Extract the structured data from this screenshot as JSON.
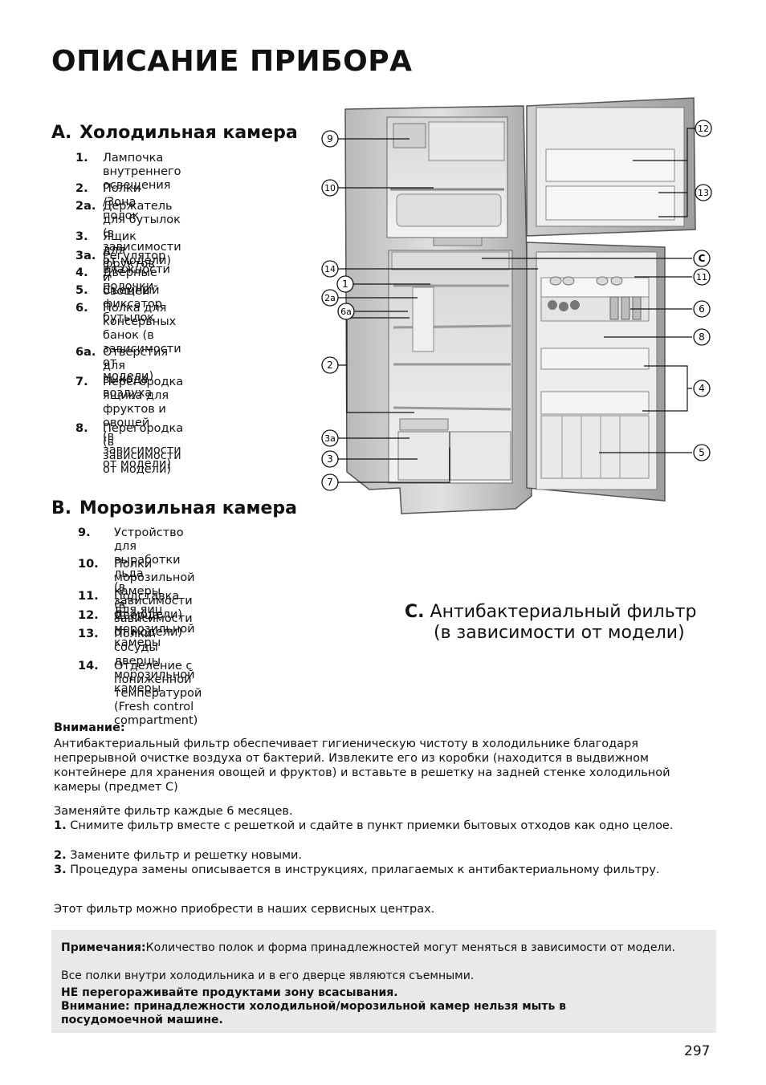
{
  "title": "ОПИСАНИЕ ПРИБОРА",
  "section_a": {
    "letter": "А.",
    "heading": "Холодильная камера",
    "items": [
      {
        "num": "1.",
        "text": "Лампочка внутреннего\nосвещения"
      },
      {
        "num": "2.",
        "text": "Полки /Зона полок"
      },
      {
        "num": "2а.",
        "text": "Держатель для бутылок\n (в зависимости от модели)"
      },
      {
        "num": "3.",
        "text": "Ящик для фруктов и овощей"
      },
      {
        "num": "3а.",
        "text": "Регулятор влажности"
      },
      {
        "num": "4.",
        "text": "Дверные полочки"
      },
      {
        "num": "5.",
        "text": "Съемный фиксатор бутылок"
      },
      {
        "num": "6.",
        "text": "Полка для консервных\n банок (в зависимости от\n модели)"
      },
      {
        "num": "6а.",
        "text": "Отверстия для выхода\nвоздуха"
      },
      {
        "num": "7.",
        "text": "Перегородка ящика для\nфруктов и овощей\n(в зависимости от модели)"
      },
      {
        "num": "8.",
        "text": "Перегородка\n(в зависимости от модели)"
      }
    ]
  },
  "section_b": {
    "letter": "В.",
    "heading": "Морозильная камера",
    "items": [
      {
        "num": "9.",
        "text": "Устройство для выработки льда\n(в зависимости от модели)"
      },
      {
        "num": "10.",
        "text": "Полки морозильной камеры\n(в зависимости от модели)"
      },
      {
        "num": "11.",
        "text": "Подставка для яиц"
      },
      {
        "num": "12.",
        "text": "Дверца морозильной камеры"
      },
      {
        "num": "13.",
        "text": "Полки-сосуды дверцы\nморозильной камеры"
      },
      {
        "num": "14.",
        "text": "Отделение с пониженной\nтемпературой\n(Fresh control compartment)"
      }
    ]
  },
  "section_c": {
    "letter": "С.",
    "line1": "Антибактериальный фильтр",
    "line2": "(в зависимости от модели)"
  },
  "callouts": {
    "c9": "9",
    "c10": "10",
    "c14": "14",
    "c1": "1",
    "c2a": "2a",
    "c6a": "6a",
    "c2": "2",
    "c3a": "3a",
    "c3": "3",
    "c7": "7",
    "c12": "12",
    "c13": "13",
    "cC": "C",
    "c11": "11",
    "c6": "6",
    "c8": "8",
    "c4": "4",
    "c5": "5"
  },
  "attention": {
    "heading": "Внимание:",
    "paragraph": "Антибактериальный фильтр обеспечивает гигиеническую чистоту в холодильнике благодаря непрерывной очистке воздуха от бактерий. Извлеките его из коробки (находится в выдвижном контейнере для хранения овощей и фруктов) и вставьте в решетку на задней стенке холодильной камеры (предмет С)",
    "replace_intro": "Заменяйте фильтр каждые 6 месяцев.",
    "steps": [
      {
        "num": "1.",
        "text": "Снимите фильтр вместе с решеткой и сдайте в пункт приемки бытовых отходов как одно целое."
      },
      {
        "num": "2.",
        "text": "Замените фильтр и решетку новыми."
      },
      {
        "num": "3.",
        "text": "Процедура замены описывается в инструкциях, прилагаемых к антибактериальному фильтру."
      }
    ],
    "purchase": "Этот фильтр можно приобрести в наших сервисных центрах."
  },
  "notes": {
    "label": "Примечания:",
    "line1": "Количество полок и форма принадлежностей могут меняться в зависимости от модели.",
    "line2": "Все полки внутри холодильника и в его дверце являются съемными.",
    "warning1": "НЕ перегораживайте продуктами зону всасывания.",
    "warning2": "Внимание: принадлежности холодильной/морозильной камер нельзя мыть в посудомоечной машине."
  },
  "page_number": "297"
}
